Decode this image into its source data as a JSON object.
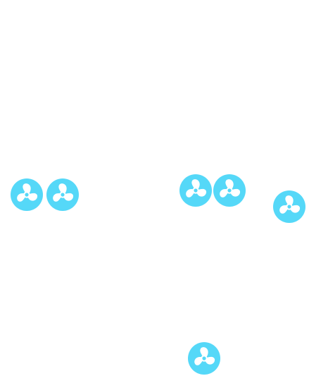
{
  "colors": {
    "background": "#ffffff",
    "fan_circle": "#55d8f8",
    "fan_blades": "#ffffff"
  },
  "fans": [
    {
      "id": "fan-1",
      "icon": "fan-icon"
    },
    {
      "id": "fan-2",
      "icon": "fan-icon"
    },
    {
      "id": "fan-3",
      "icon": "fan-icon"
    },
    {
      "id": "fan-4",
      "icon": "fan-icon"
    },
    {
      "id": "fan-5",
      "icon": "fan-icon"
    },
    {
      "id": "fan-6",
      "icon": "fan-icon"
    }
  ]
}
